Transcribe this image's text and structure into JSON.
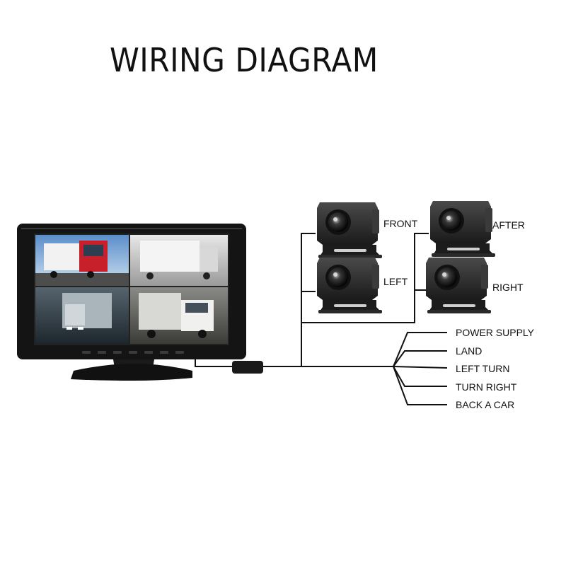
{
  "title": "WIRING DIAGRAM",
  "cameras": [
    {
      "label": "FRONT"
    },
    {
      "label": "AFTER"
    },
    {
      "label": "LEFT"
    },
    {
      "label": "RIGHT"
    }
  ],
  "outputs": [
    {
      "label": "POWER SUPPLY"
    },
    {
      "label": "LAND"
    },
    {
      "label": "LEFT TURN"
    },
    {
      "label": "TURN RIGHT"
    },
    {
      "label": "BACK A CAR"
    }
  ],
  "colors": {
    "wire": "#111111",
    "monitor": "#141414",
    "camera": "#2b2b2b",
    "truck_red": "#c8202a"
  }
}
